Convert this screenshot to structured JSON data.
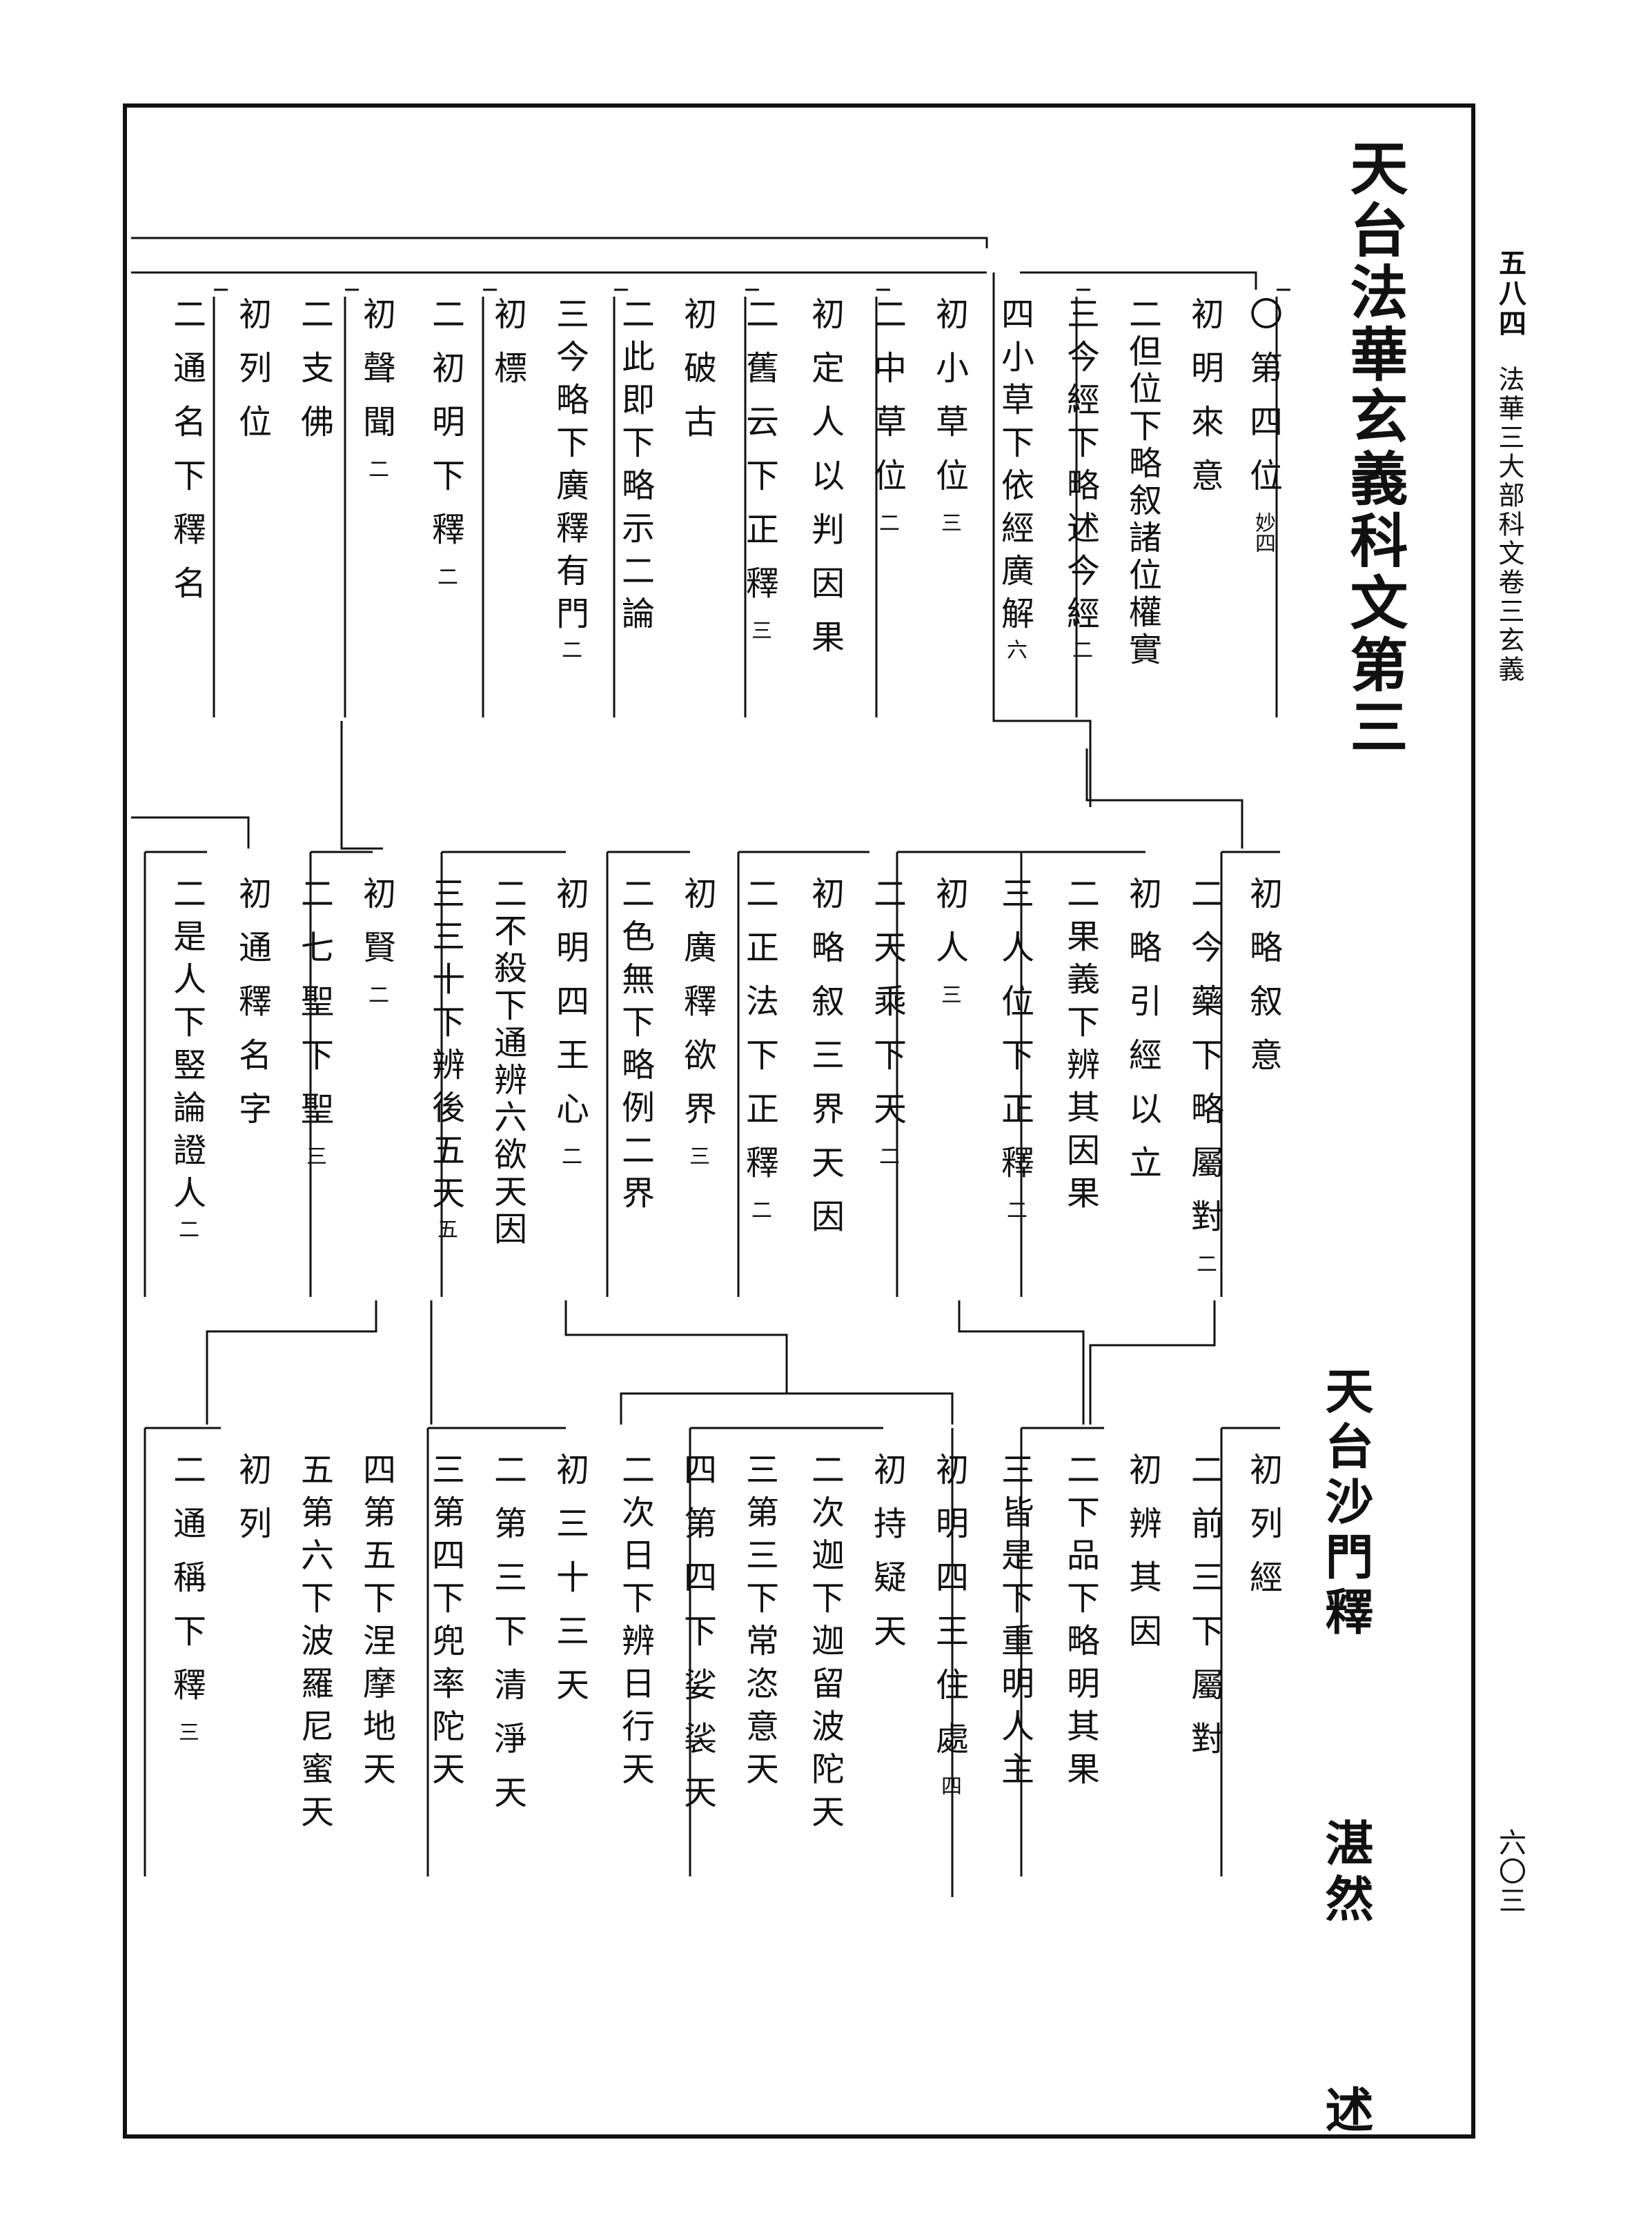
{
  "header": {
    "page_left": "五八四",
    "collection": "法華三大部科文卷三玄義",
    "page_right": "六〇三"
  },
  "title": "天台法華玄義科文第三",
  "author": {
    "name": "天台沙門釋",
    "name2": "湛然",
    "verb": "述"
  },
  "section1": [
    {
      "text": "〇第四位",
      "note": "妙四"
    },
    {
      "text": "初明來意",
      "note": ""
    },
    {
      "text": "二但位下略叙諸位權實",
      "note": ""
    },
    {
      "text": "三今經下略述今經",
      "note": "二"
    },
    {
      "text": "四小草下依經廣解",
      "note": "六"
    },
    {
      "text": "初小草位",
      "note": "三"
    },
    {
      "text": "二中草位",
      "note": "二"
    },
    {
      "text": "初定人以判因果",
      "note": ""
    },
    {
      "text": "二舊云下正釋",
      "note": "三"
    },
    {
      "text": "初破古",
      "note": ""
    },
    {
      "text": "二此即下略示二論",
      "note": ""
    },
    {
      "text": "三今略下廣釋有門",
      "note": "二"
    },
    {
      "text": "初標",
      "note": ""
    },
    {
      "text": "二初明下釋",
      "note": "二"
    },
    {
      "text": "初聲聞",
      "note": "二"
    },
    {
      "text": "二支佛",
      "note": ""
    },
    {
      "text": "初列位",
      "note": ""
    },
    {
      "text": "二通名下釋名",
      "note": ""
    }
  ],
  "section2": [
    {
      "text": "初略叙意",
      "note": ""
    },
    {
      "text": "二今藥下略屬對",
      "note": "二"
    },
    {
      "text": "初略引經以立",
      "note": ""
    },
    {
      "text": "二果義下辨其因果",
      "note": ""
    },
    {
      "text": "三人位下正釋",
      "note": "二"
    },
    {
      "text": "初人",
      "note": "三"
    },
    {
      "text": "二天乘下天",
      "note": "二"
    },
    {
      "text": "初略叙三界天因",
      "note": ""
    },
    {
      "text": "二正法下正釋",
      "note": "二"
    },
    {
      "text": "初廣釋欲界",
      "note": "三"
    },
    {
      "text": "二色無下略例二界",
      "note": ""
    },
    {
      "text": "初明四王心",
      "note": "二"
    },
    {
      "text": "二不殺下通辨六欲天因",
      "note": ""
    },
    {
      "text": "三三十下辨後五天",
      "note": "五"
    },
    {
      "text": "初賢",
      "note": "二"
    },
    {
      "text": "二七聖下聖",
      "note": "三"
    },
    {
      "text": "初通釋名字",
      "note": ""
    },
    {
      "text": "二是人下竪論證人",
      "note": "二"
    }
  ],
  "section3": [
    {
      "text": "初列經",
      "note": ""
    },
    {
      "text": "二前三下屬對",
      "note": ""
    },
    {
      "text": "初辨其因",
      "note": ""
    },
    {
      "text": "二下品下略明其果",
      "note": ""
    },
    {
      "text": "三皆是下重明人主",
      "note": ""
    },
    {
      "text": "初明四王住處",
      "note": "四"
    },
    {
      "text": "初持疑天",
      "note": ""
    },
    {
      "text": "二次迦下迦留波陀天",
      "note": ""
    },
    {
      "text": "三第三下常恣意天",
      "note": ""
    },
    {
      "text": "四第四下娑裟天",
      "note": ""
    },
    {
      "text": "二次日下辨日行天",
      "note": ""
    },
    {
      "text": "初三十三天",
      "note": ""
    },
    {
      "text": "二第三下清淨天",
      "note": ""
    },
    {
      "text": "三第四下兜率陀天",
      "note": ""
    },
    {
      "text": "四第五下涅摩地天",
      "note": ""
    },
    {
      "text": "五第六下波羅尼蜜天",
      "note": ""
    },
    {
      "text": "初列",
      "note": ""
    },
    {
      "text": "二通稱下釋",
      "note": "三"
    }
  ]
}
